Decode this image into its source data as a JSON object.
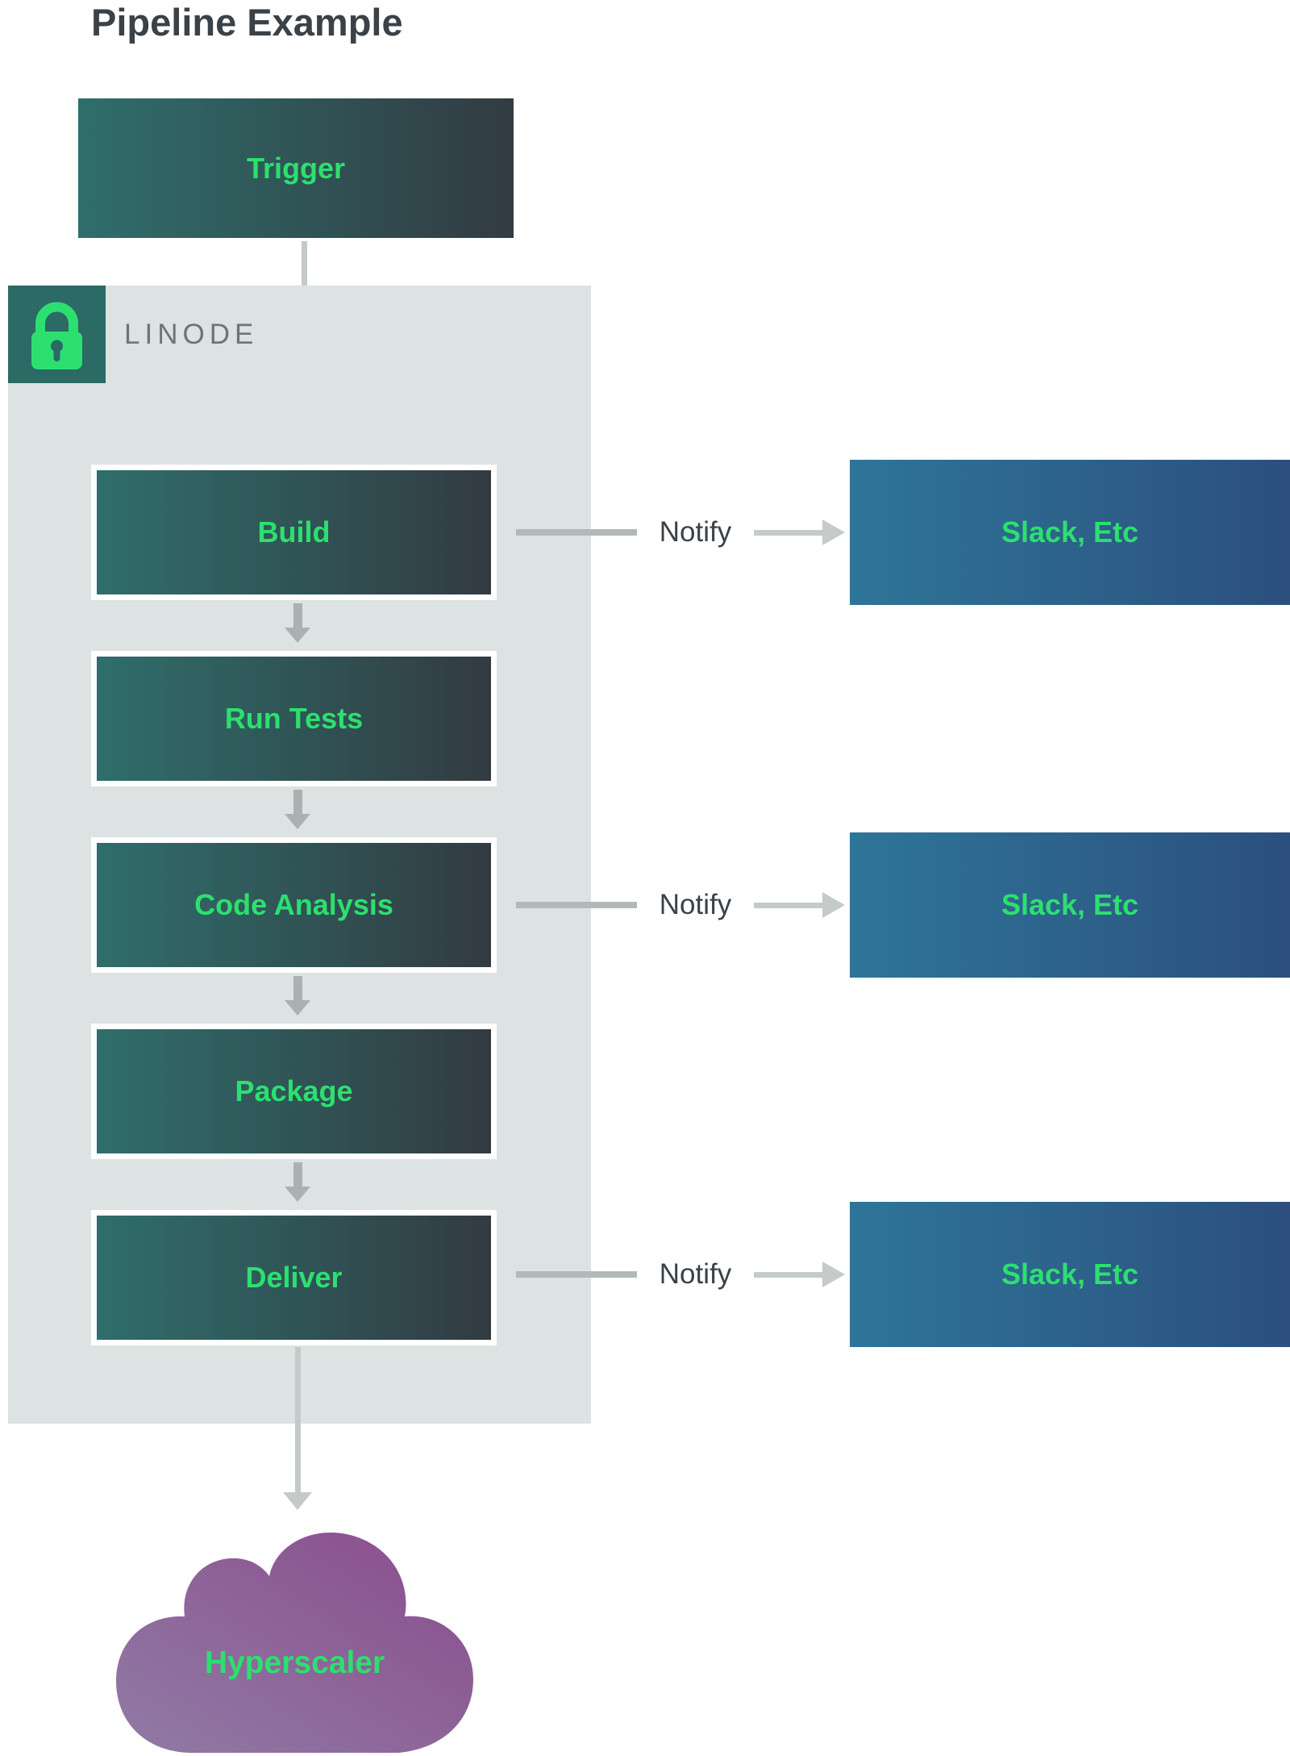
{
  "title": "Pipeline Example",
  "trigger": {
    "label": "Trigger"
  },
  "linode": {
    "label": "LINODE",
    "icon": "lock-icon"
  },
  "steps": [
    {
      "label": "Build"
    },
    {
      "label": "Run Tests"
    },
    {
      "label": "Code Analysis"
    },
    {
      "label": "Package"
    },
    {
      "label": "Deliver"
    }
  ],
  "notify_rows": [
    {
      "label": "Notify",
      "target": "Slack, Etc"
    },
    {
      "label": "Notify",
      "target": "Slack, Etc"
    },
    {
      "label": "Notify",
      "target": "Slack, Etc"
    }
  ],
  "cloud": {
    "label": "Hyperscaler"
  },
  "colors": {
    "accent_green": "#2ce06f",
    "step_gradient_left": "#2f6e6b",
    "step_gradient_right": "#323b42",
    "slack_gradient_left": "#2e7598",
    "slack_gradient_right": "#2c4f7e",
    "cloud_gradient_light": "#907ba5",
    "cloud_gradient_dark": "#8b4c8d",
    "container_bg": "#dce3e2",
    "lock_bg": "#2b6a65",
    "linode_text": "#6d747b",
    "title_text": "#3a4147",
    "arrow_light": "#c4c9c9",
    "arrow_mid": "#abb1b0"
  }
}
